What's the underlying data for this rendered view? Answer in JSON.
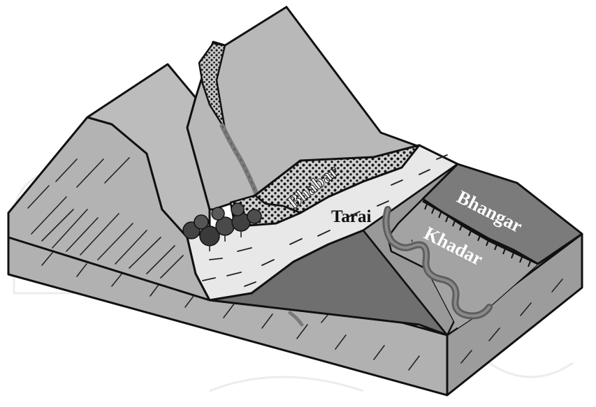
{
  "diagram": {
    "labels": {
      "bhabar": "Bhabar",
      "tarai": "Tarai",
      "bhangar": "Bhangar",
      "khadar": "Khadar"
    },
    "colors": {
      "mountain": "#b4b4b4",
      "bhabar": "#d2d2d2",
      "tarai": "#e6e6e6",
      "bhangar": "#7c7c7c",
      "khadar": "#a0a0a0",
      "dark_band": "#6e6e6e",
      "block_front": "#b1b1b1",
      "outline": "#111111"
    }
  }
}
